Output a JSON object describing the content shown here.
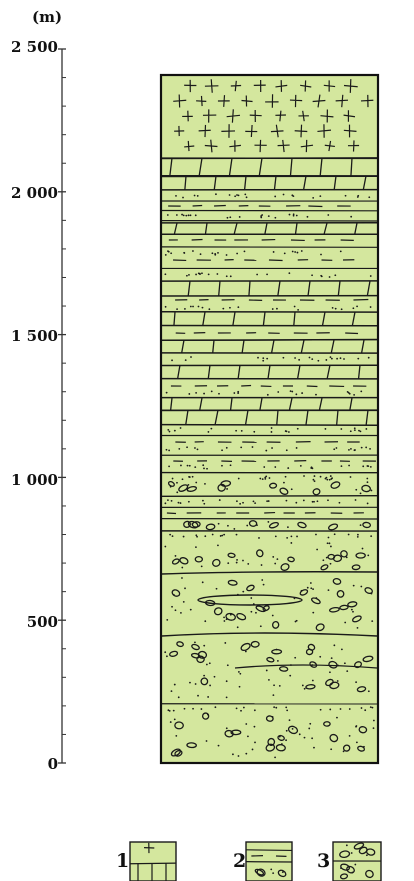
{
  "axis": {
    "unit_label": "(m)",
    "ticks": [
      {
        "label": "2 500",
        "value": 2500
      },
      {
        "label": "2 000",
        "value": 2000
      },
      {
        "label": "1 500",
        "value": 1500
      },
      {
        "label": "1 000",
        "value": 1000
      },
      {
        "label": "500",
        "value": 500
      },
      {
        "label": "0",
        "value": 0
      }
    ],
    "range": [
      0,
      2500
    ]
  },
  "column": {
    "fill_color": "#d4e79e",
    "line_color": "#1a1a1a",
    "top_value_m": 2390
  },
  "legend": [
    {
      "number": "1",
      "pattern": "limestone-dolomite"
    },
    {
      "number": "2",
      "pattern": "marl-conglomerate"
    },
    {
      "number": "3",
      "pattern": "conglomerate-sandstone"
    }
  ]
}
